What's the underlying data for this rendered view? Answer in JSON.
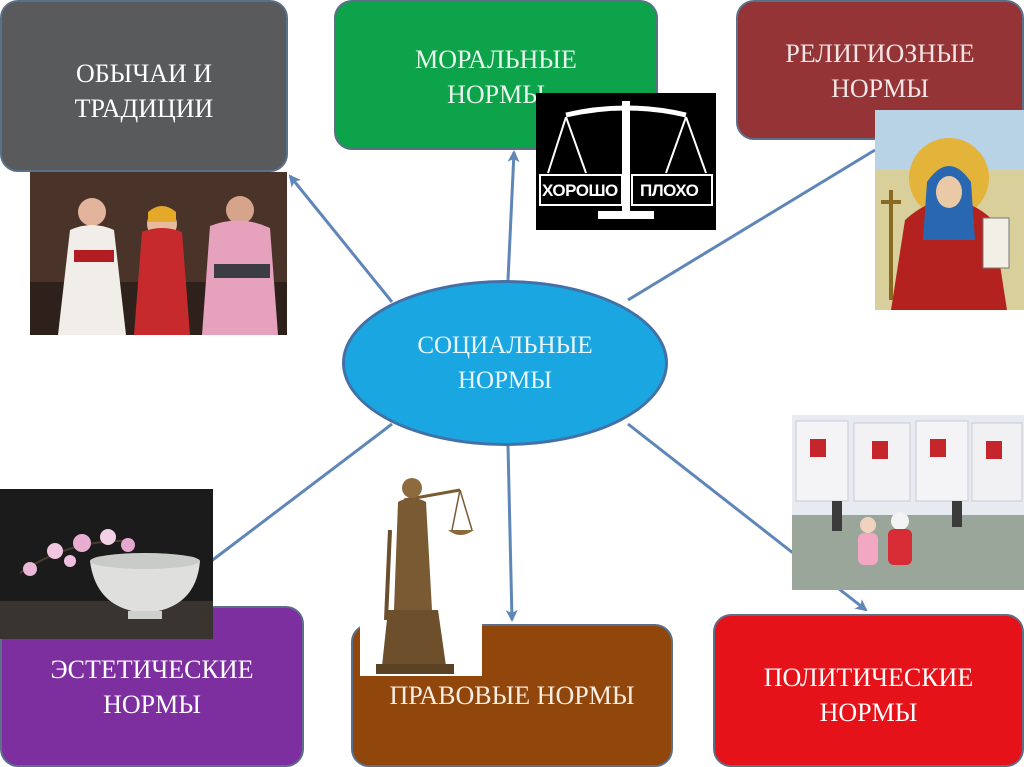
{
  "center": {
    "line1": "СОЦИАЛЬНЫЕ",
    "line2": "НОРМЫ"
  },
  "nodes": {
    "customs": {
      "line1": "ОБЫЧАИ И",
      "line2": "ТРАДИЦИИ"
    },
    "moral": {
      "line1": "МОРАЛЬНЫЕ",
      "line2": "НОРМЫ"
    },
    "religious": {
      "line1": "РЕЛИГИОЗНЫЕ",
      "line2": "НОРМЫ"
    },
    "aesthetic": {
      "line1": "ЭСТЕТИЧЕСКИЕ",
      "line2": "НОРМЫ"
    },
    "legal": {
      "line1": "ПРАВОВЫЕ НОРМЫ"
    },
    "political": {
      "line1": "ПОЛИТИЧЕСКИЕ",
      "line2": "НОРМЫ"
    }
  },
  "scales_image": {
    "good": "ХОРОШО",
    "bad": "ПЛОХО"
  },
  "colors": {
    "customs": "#585a5c",
    "moral": "#0da34a",
    "religious": "#943437",
    "aesthetic": "#7d2fa0",
    "legal": "#91470c",
    "political": "#e6121a",
    "center": "#1aa6e0",
    "arrow": "#5f86b8"
  }
}
